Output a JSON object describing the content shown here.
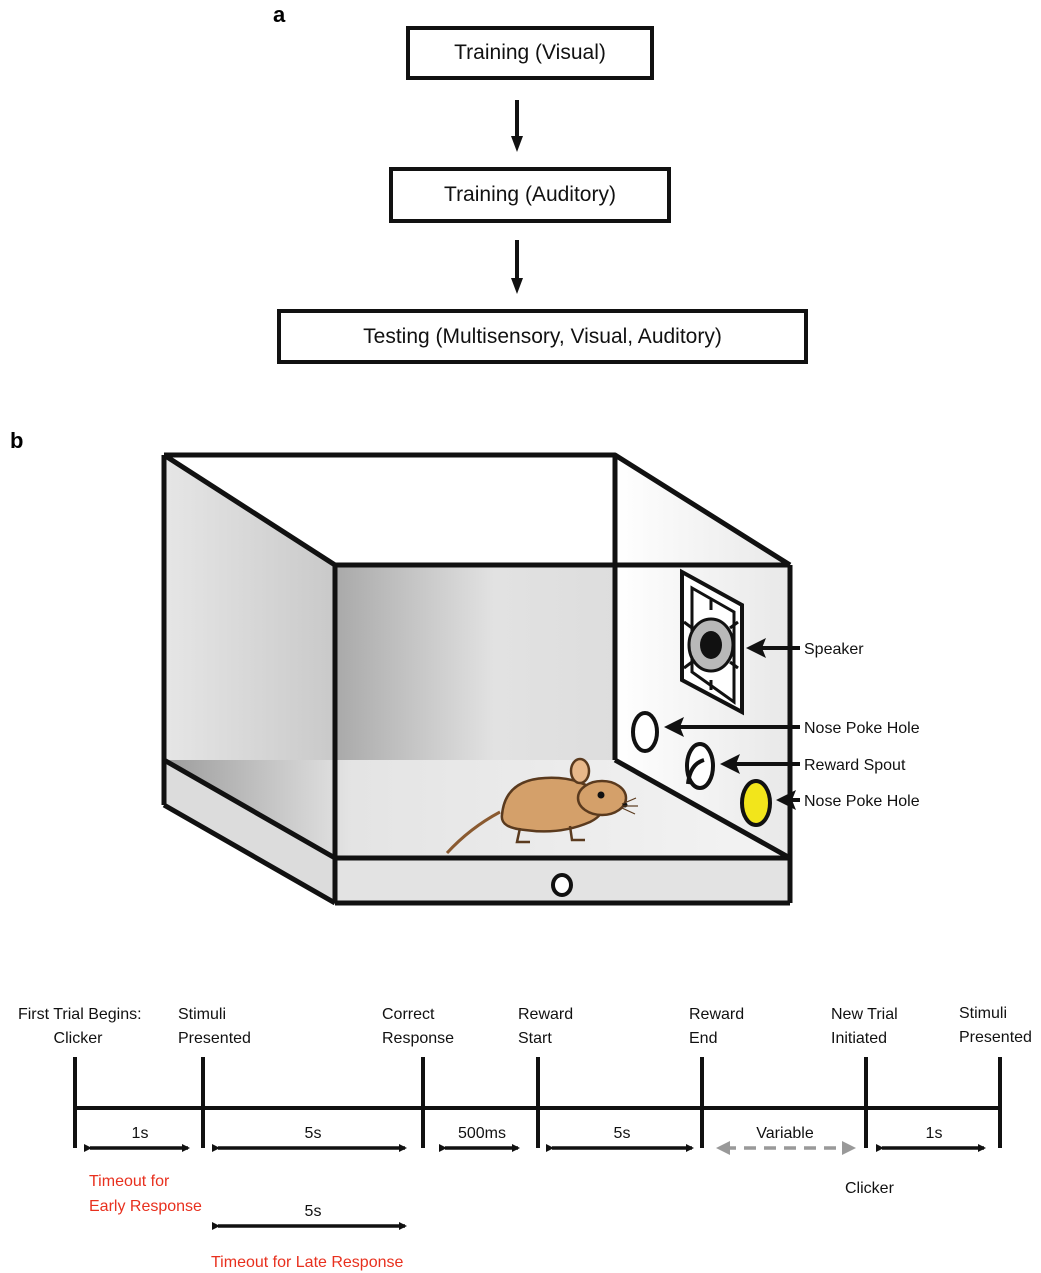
{
  "panel_a": {
    "label": "a",
    "steps": [
      "Training (Visual)",
      "Training (Auditory)",
      "Testing (Multisensory, Visual, Auditory)"
    ]
  },
  "panel_b": {
    "label": "b",
    "callouts": {
      "speaker": "Speaker",
      "nose_poke_1": "Nose Poke Hole",
      "reward_spout": "Reward Spout",
      "nose_poke_2": "Nose Poke Hole"
    },
    "colors": {
      "lit_nose_poke": "#f2e51b",
      "mouse_body": "#d4a06a"
    }
  },
  "timeline": {
    "events": [
      {
        "line1": "First Trial Begins:",
        "line2": "Clicker"
      },
      {
        "line1": "Stimuli",
        "line2": "Presented"
      },
      {
        "line1": "Correct",
        "line2": "Response"
      },
      {
        "line1": "Reward",
        "line2": "Start"
      },
      {
        "line1": "Reward",
        "line2": "End"
      },
      {
        "line1": "New Trial",
        "line2": "Initiated"
      },
      {
        "line1": "Stimuli",
        "line2": "Presented"
      }
    ],
    "intervals": [
      "1s",
      "5s",
      "500ms",
      "5s",
      "Variable",
      "1s"
    ],
    "late_interval": "5s",
    "timeout_early": {
      "line1": "Timeout for",
      "line2": "Early Response"
    },
    "timeout_late": "Timeout for Late Response",
    "clicker": "Clicker",
    "colors": {
      "timeout_text": "#e8301e",
      "variable_arrow": "#999999"
    }
  }
}
